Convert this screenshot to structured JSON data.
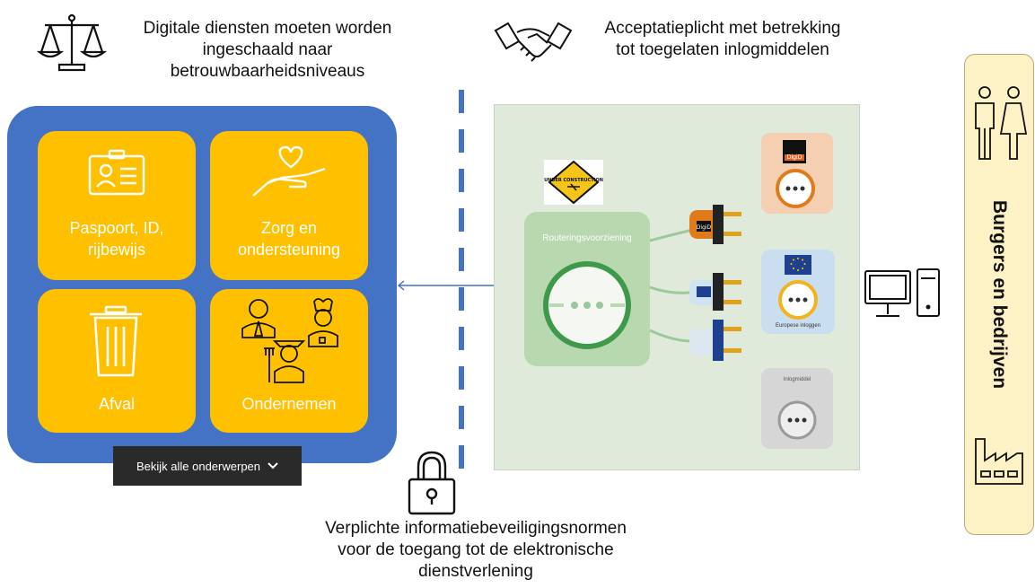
{
  "captions": {
    "levels": [
      "Digitale diensten moeten worden",
      "ingeschaald naar",
      "betrouwbaarheidsniveaus"
    ],
    "acceptance": [
      "Acceptatieplicht met betrekking",
      "tot toegelaten inlogmiddelen"
    ],
    "security": [
      "Verplichte informatiebeveiligingsnormen",
      "voor de toegang tot de elektronische",
      "dienstverlening"
    ]
  },
  "tiles": [
    {
      "lines": [
        "Paspoort, ID,",
        "rijbewijs"
      ],
      "icon": "id-card-icon"
    },
    {
      "lines": [
        "Zorg en",
        "ondersteuning"
      ],
      "icon": "heart-hand-icon"
    },
    {
      "lines": [
        "Afval"
      ],
      "icon": "trash-bin-icon"
    },
    {
      "lines": [
        "Ondernemen"
      ],
      "icon": "entrepreneurs-icon"
    }
  ],
  "topics_button": {
    "label": "Bekijk alle onderwerpen",
    "icon": "chevron-down-icon"
  },
  "routing": {
    "box_label": "Routeringsvoorziening",
    "digid_label": "DigiD",
    "european_label": "Europese inloggen",
    "other_label": "Inlogmiddel",
    "warning_sign": "UNDER CONSTRUCTION"
  },
  "sidebar": {
    "label": "Burgers en bedrijven"
  },
  "colors": {
    "panel_blue": "#4472c4",
    "tile_yellow": "#ffc000",
    "routing_green": "#b8d8b0",
    "sidebar_cream": "#fdf1c6"
  }
}
